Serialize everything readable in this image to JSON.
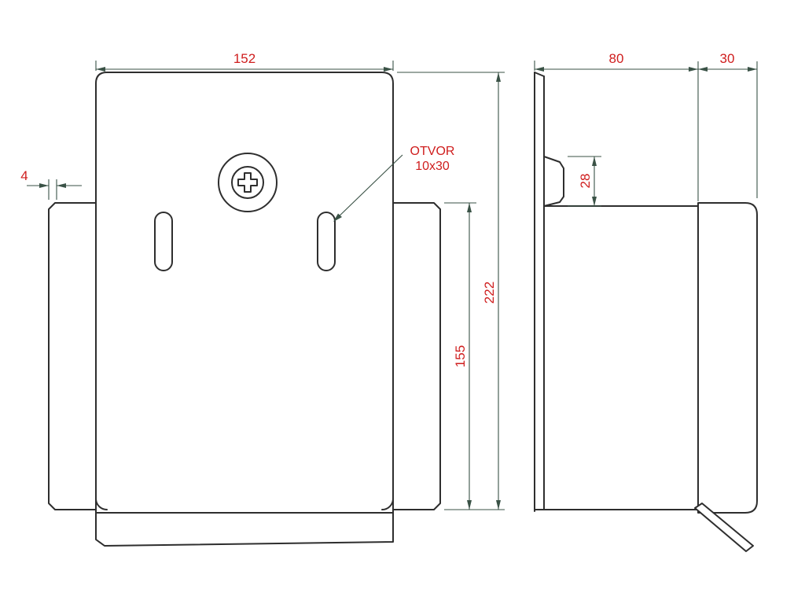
{
  "drawing": {
    "background": "#ffffff",
    "colors": {
      "geometry": "#2e2e2e",
      "dimension": "#3a5246",
      "label": "#cf1d1d"
    },
    "front_view": {
      "dims": {
        "width": "152",
        "thickness": "4",
        "total_height": "222",
        "flange_height": "155"
      },
      "hole_label": {
        "line1": "OTVOR",
        "line2": "10x30"
      }
    },
    "side_view": {
      "dims": {
        "depth": "80",
        "flange_depth": "30",
        "tab_height": "28"
      }
    }
  }
}
